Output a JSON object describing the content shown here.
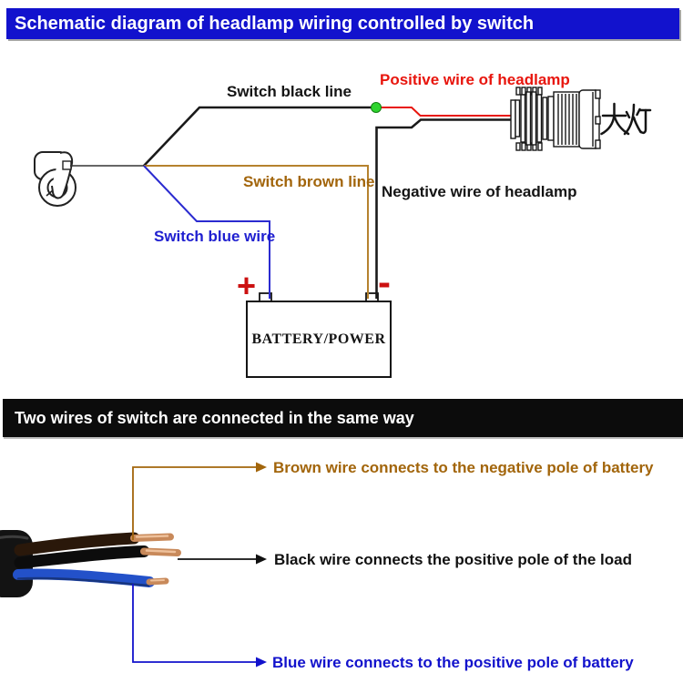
{
  "title_bar": {
    "label": "Schematic diagram of headlamp wiring controlled by switch"
  },
  "section_bar": {
    "label": "Two wires of switch are connected in the same way"
  },
  "schematic": {
    "switch_black_line_label": "Switch black line",
    "positive_wire_label": "Positive wire of headlamp",
    "switch_brown_line_label": "Switch brown line",
    "negative_wire_label": "Negative wire of headlamp",
    "switch_blue_wire_label": "Switch blue wire",
    "headlamp_label": "大灯",
    "battery": {
      "label": "BATTERY/POWER",
      "plus": "+",
      "minus": "-"
    }
  },
  "wiring_guide": {
    "callouts": [
      {
        "name": "brown",
        "label": "Brown wire connects to the negative pole of battery",
        "color": "#a2650b"
      },
      {
        "name": "black",
        "label": "Black wire connects the positive pole of the load",
        "color": "#111111"
      },
      {
        "name": "blue",
        "label": "Blue wire connects to the positive pole of battery",
        "color": "#1212cc"
      }
    ]
  },
  "palette": {
    "banner_blue": "#1212cd",
    "banner_black": "#0c0c0c",
    "red_wire": "#e8150d",
    "brown_wire": "#b5822e",
    "blue_wire": "#2b2bd0",
    "black_wire": "#1a1a1a",
    "connector_dot_green": "#2ed42e",
    "battery_sign_red": "#cc1111",
    "copper": "#cf9465"
  }
}
